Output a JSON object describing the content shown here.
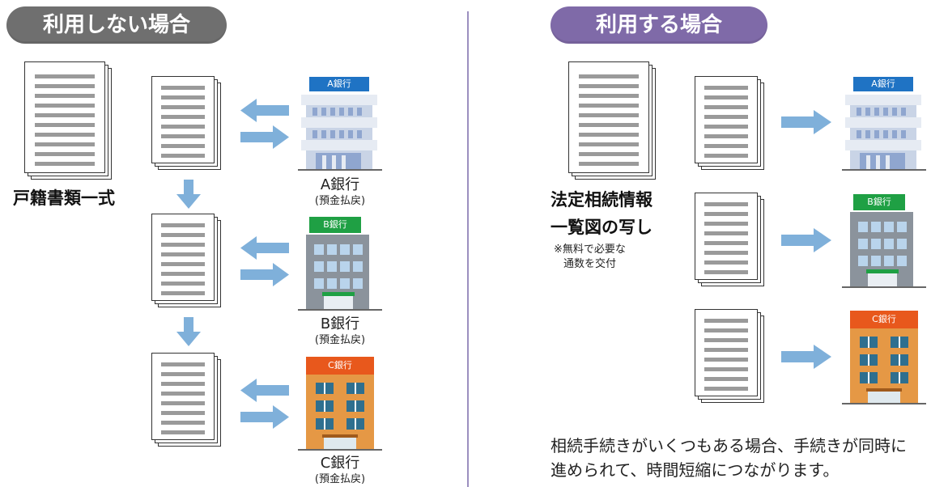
{
  "left": {
    "pill_label": "利用しない場合",
    "pill_color": "#6f6f6f",
    "doc_label": "戸籍書類一式",
    "banks": [
      {
        "sign": "A銀行",
        "name": "A銀行",
        "sub": "(預金払戻)",
        "sign_color": "#1f73c4"
      },
      {
        "sign": "B銀行",
        "name": "B銀行",
        "sub": "(預金払戻)",
        "sign_color": "#1fa044"
      },
      {
        "sign": "C銀行",
        "name": "C銀行",
        "sub": "(預金払戻)",
        "sign_color": "#e8581c"
      }
    ]
  },
  "right": {
    "pill_label": "利用する場合",
    "pill_color": "#7f6aa8",
    "doc_label_line1": "法定相続情報",
    "doc_label_line2": "一覧図の写し",
    "note_line1": "※無料で必要な",
    "note_line2": "通数を交付",
    "banks": [
      {
        "sign": "A銀行",
        "sign_color": "#1f73c4"
      },
      {
        "sign": "B銀行",
        "sign_color": "#1fa044"
      },
      {
        "sign": "C銀行",
        "sign_color": "#e8581c"
      }
    ],
    "summary_line1": "相続手続きがいくつもある場合、手続きが同時に",
    "summary_line2": "進められて、時間短縮につながります。"
  },
  "colors": {
    "arrow": "#7fb0da",
    "divider": "#9b8fbf"
  }
}
